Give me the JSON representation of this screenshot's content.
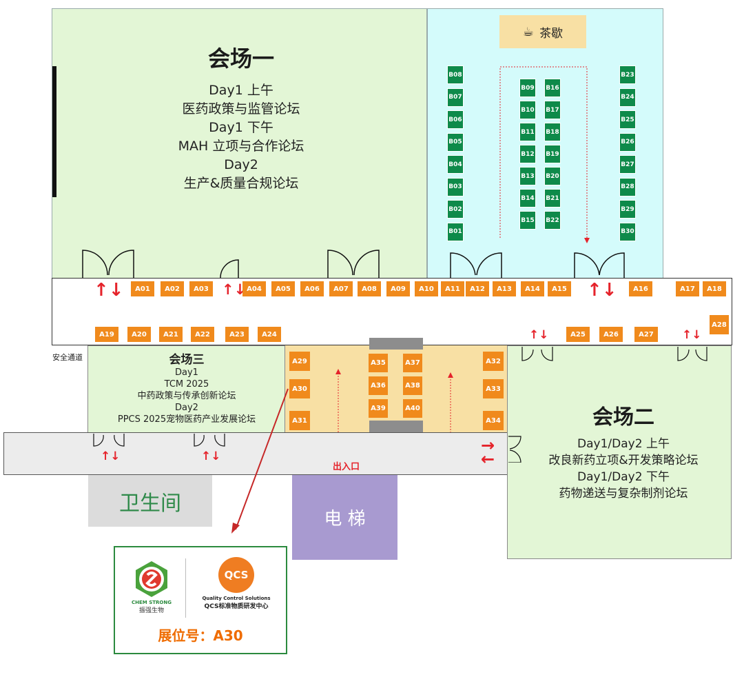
{
  "hall1": {
    "title": "会场一",
    "lines": [
      "Day1 上午",
      "医药政策与监管论坛",
      "Day1 下午",
      "MAH 立项与合作论坛",
      "Day2",
      "生产&质量合规论坛"
    ]
  },
  "tea_break": {
    "label": "茶歇",
    "icon": "coffee-cup-icon"
  },
  "hall2": {
    "title": "会场二",
    "lines": [
      "Day1/Day2 上午",
      "改良新药立项&开发策略论坛",
      "Day1/Day2 下午",
      "药物递送与复杂制剂论坛"
    ]
  },
  "hall3": {
    "title": "会场三",
    "lines": [
      "Day1",
      "TCM 2025",
      "中药政策与传承创新论坛",
      "Day2",
      "PPCS 2025宠物医药产业发展论坛"
    ]
  },
  "safety_exit": "安全通道",
  "restroom": "卫生间",
  "elevator": "电 梯",
  "entrance": "出入口",
  "b_booths": [
    "B08",
    "B07",
    "B06",
    "B05",
    "B04",
    "B03",
    "B02",
    "B01",
    "B09",
    "B10",
    "B11",
    "B12",
    "B13",
    "B14",
    "B15",
    "B16",
    "B17",
    "B18",
    "B19",
    "B20",
    "B21",
    "B22",
    "B23",
    "B24",
    "B25",
    "B26",
    "B27",
    "B28",
    "B29",
    "B30"
  ],
  "a_booths": [
    "A01",
    "A02",
    "A03",
    "A04",
    "A05",
    "A06",
    "A07",
    "A08",
    "A09",
    "A10",
    "A11",
    "A12",
    "A13",
    "A14",
    "A15",
    "A16",
    "A17",
    "A18",
    "A19",
    "A20",
    "A21",
    "A22",
    "A23",
    "A24",
    "A25",
    "A26",
    "A27",
    "A28",
    "A29",
    "A30",
    "A31",
    "A32",
    "A33",
    "A34",
    "A35",
    "A36",
    "A37",
    "A38",
    "A39",
    "A40"
  ],
  "exhibitor": {
    "logo1_name": "CHEM STRONG",
    "logo1_sub": "振强生物",
    "logo2_mark": "QCS",
    "logo2_name": "Quality Control Solutions",
    "logo2_sub": "QCS标准物质研发中心",
    "booth_label": "展位号：A30"
  },
  "colors": {
    "hall_green": "#e3f6d6",
    "tea_cyan": "#d4fbfb",
    "booth_orange": "#f08a1c",
    "booth_green": "#0e8a4a",
    "expo_yellow": "#f8e0a4",
    "arrow_red": "#e5232b",
    "restroom_gray": "#dcdcdc",
    "elevator_purple": "#a89ad0",
    "logo_orange": "#ef7d22"
  }
}
